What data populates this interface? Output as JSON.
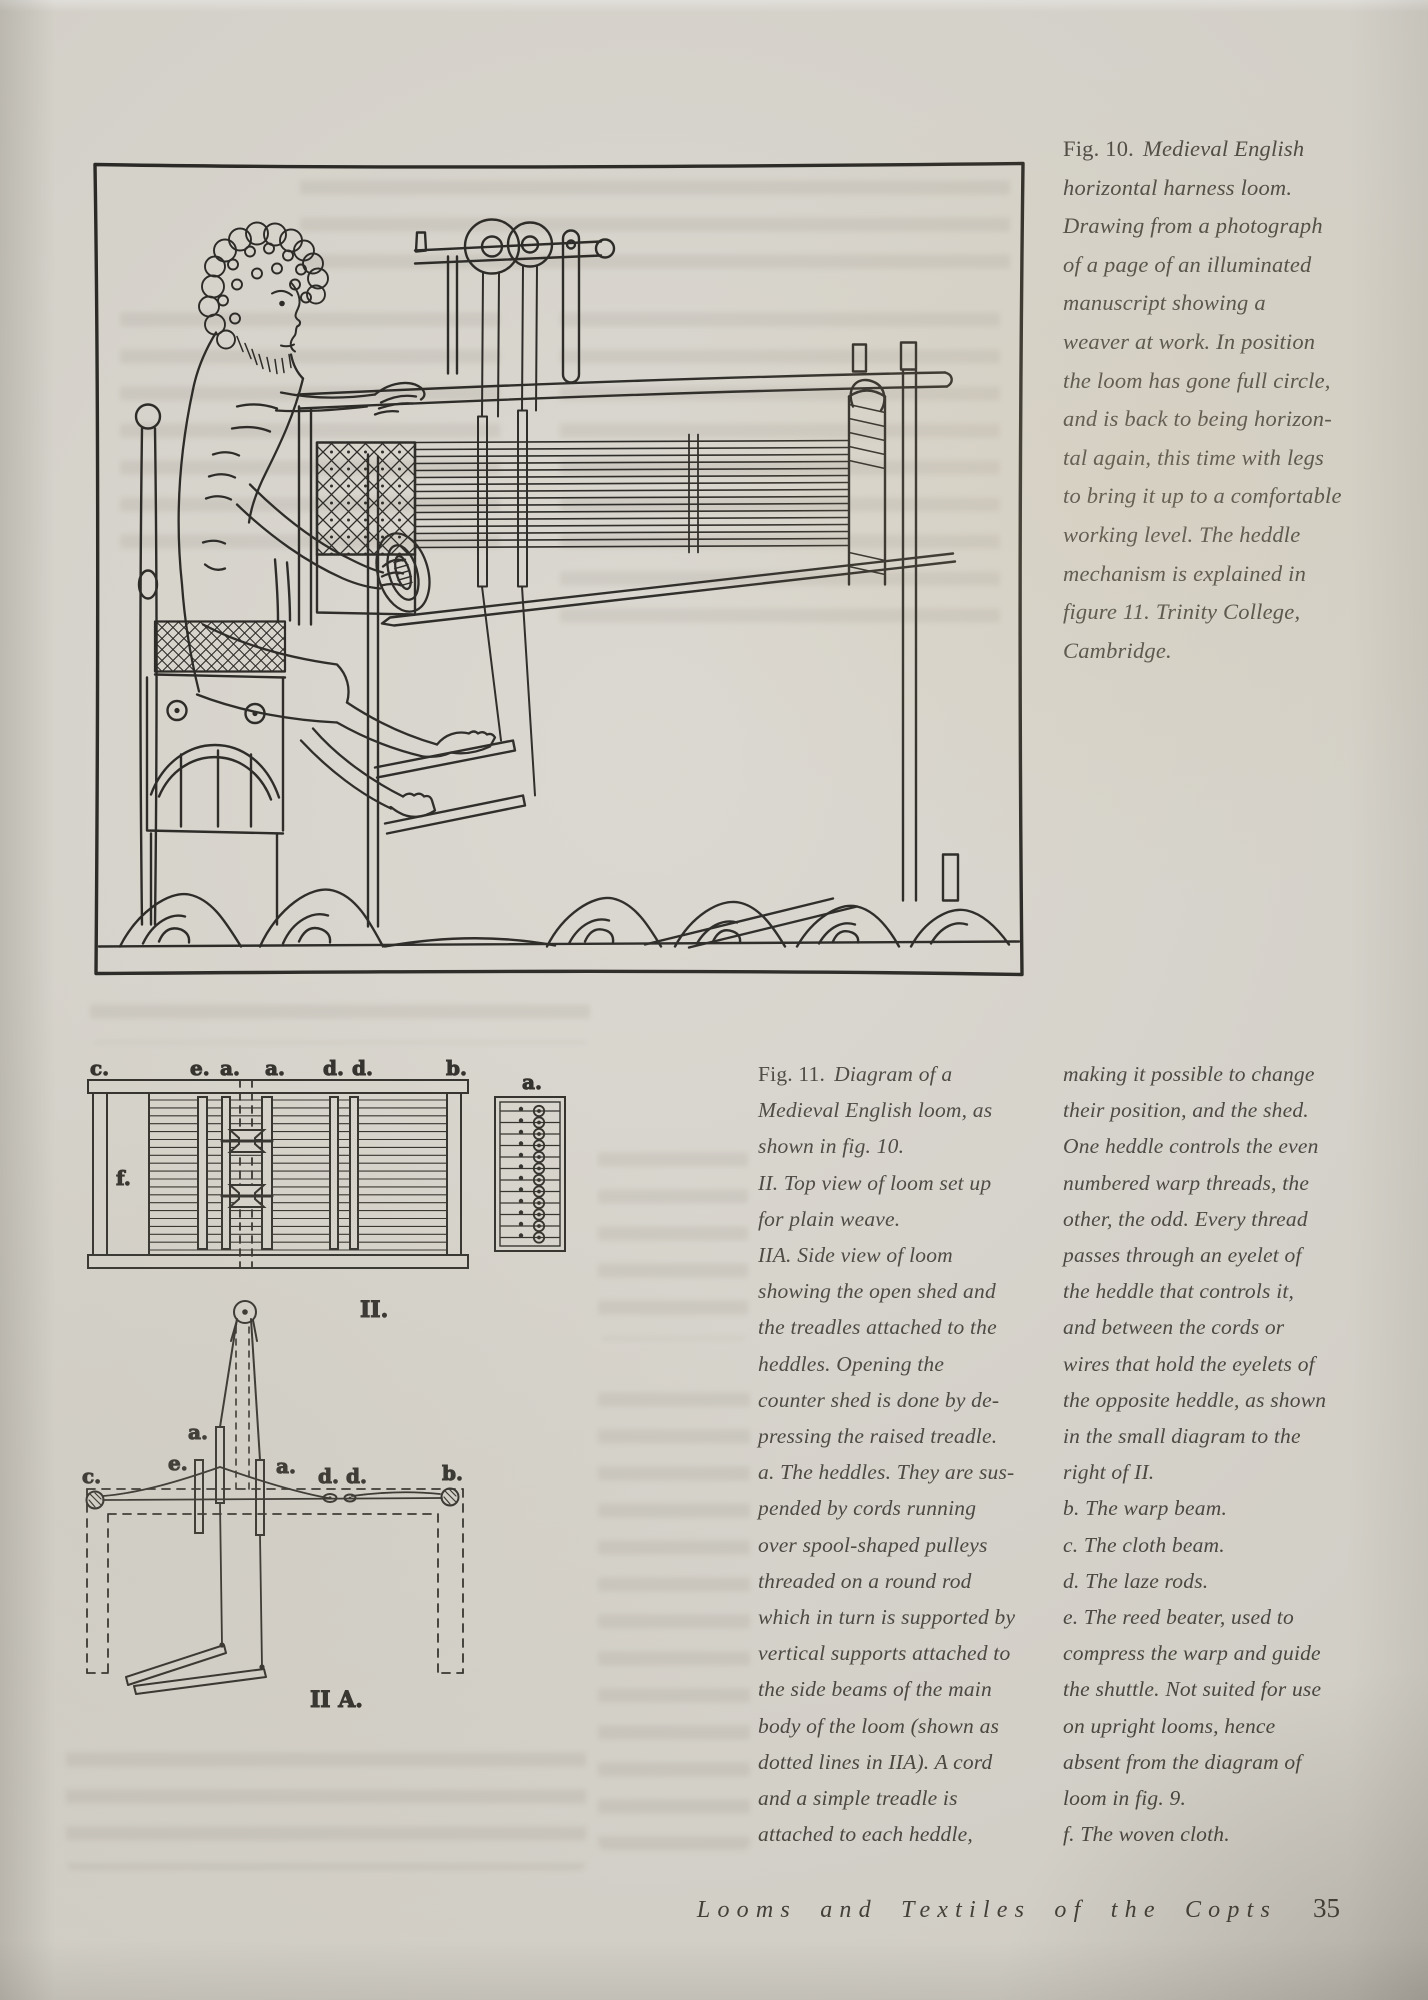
{
  "colors": {
    "page_background": "#d8d5cd",
    "ink": "#211f1b",
    "caption_text": "#44413a"
  },
  "fig10": {
    "label": "Fig. 10.",
    "caption_lines": [
      "Medieval English",
      "horizontal harness loom.",
      "Drawing from a photograph",
      "of a page of an illuminated",
      "manuscript showing a",
      "weaver at work.  In position",
      "the loom has gone full circle,",
      "and is back to being horizon-",
      "tal again, this time with legs",
      "to bring it up to a comfortable",
      "working level.  The heddle",
      "mechanism is explained in",
      "figure 11. Trinity College,",
      "Cambridge."
    ]
  },
  "fig11": {
    "label": "Fig. 11.",
    "col1_lines": [
      "Diagram of a",
      "Medieval English loom, as",
      "shown in fig. 10.",
      "II. Top view of loom set up",
      "for plain weave.",
      "IIA. Side view of loom",
      "showing the open shed and",
      "the treadles attached to the",
      "heddles.  Opening the",
      "counter shed is done by de-",
      "pressing the raised treadle.",
      "a. The heddles.  They are sus-",
      "pended by cords running",
      "over spool-shaped pulleys",
      "threaded on a round rod",
      "which in turn is supported by",
      "vertical supports attached to",
      "the side beams of the main",
      "body of the loom (shown as",
      "dotted lines in IIA).  A cord",
      "and a simple treadle is",
      "attached to each heddle,"
    ],
    "col2_lines": [
      "making it possible to change",
      "their position, and the shed.",
      "One heddle controls the even",
      "numbered warp threads, the",
      "other, the odd. Every thread",
      "passes through an eyelet of",
      "the heddle that controls it,",
      "and between the cords or",
      "wires that hold the eyelets of",
      "the opposite heddle, as shown",
      "in the small diagram to the",
      "right of II.",
      "b. The warp beam.",
      "c. The cloth beam.",
      "d. The laze rods.",
      "e. The reed beater, used to",
      "compress the warp and guide",
      "the shuttle. Not suited for use",
      "on upright looms,  hence",
      "absent from the diagram of",
      "loom in fig. 9.",
      "f. The woven cloth."
    ]
  },
  "diagram2": {
    "title": "II.",
    "labels": {
      "c": "c.",
      "e": "e.",
      "a1": "a.",
      "a2": "a.",
      "d1": "d.",
      "d2": "d.",
      "b": "b.",
      "f": "f.",
      "inset_a": "a."
    }
  },
  "diagram2a": {
    "title": "II A.",
    "labels": {
      "a1": "a.",
      "e": "e.",
      "c": "c.",
      "a2": "a.",
      "d1": "d.",
      "d2": "d.",
      "b": "b."
    }
  },
  "footer": {
    "title": "Looms and Textiles of the Copts",
    "page_number": "35"
  }
}
